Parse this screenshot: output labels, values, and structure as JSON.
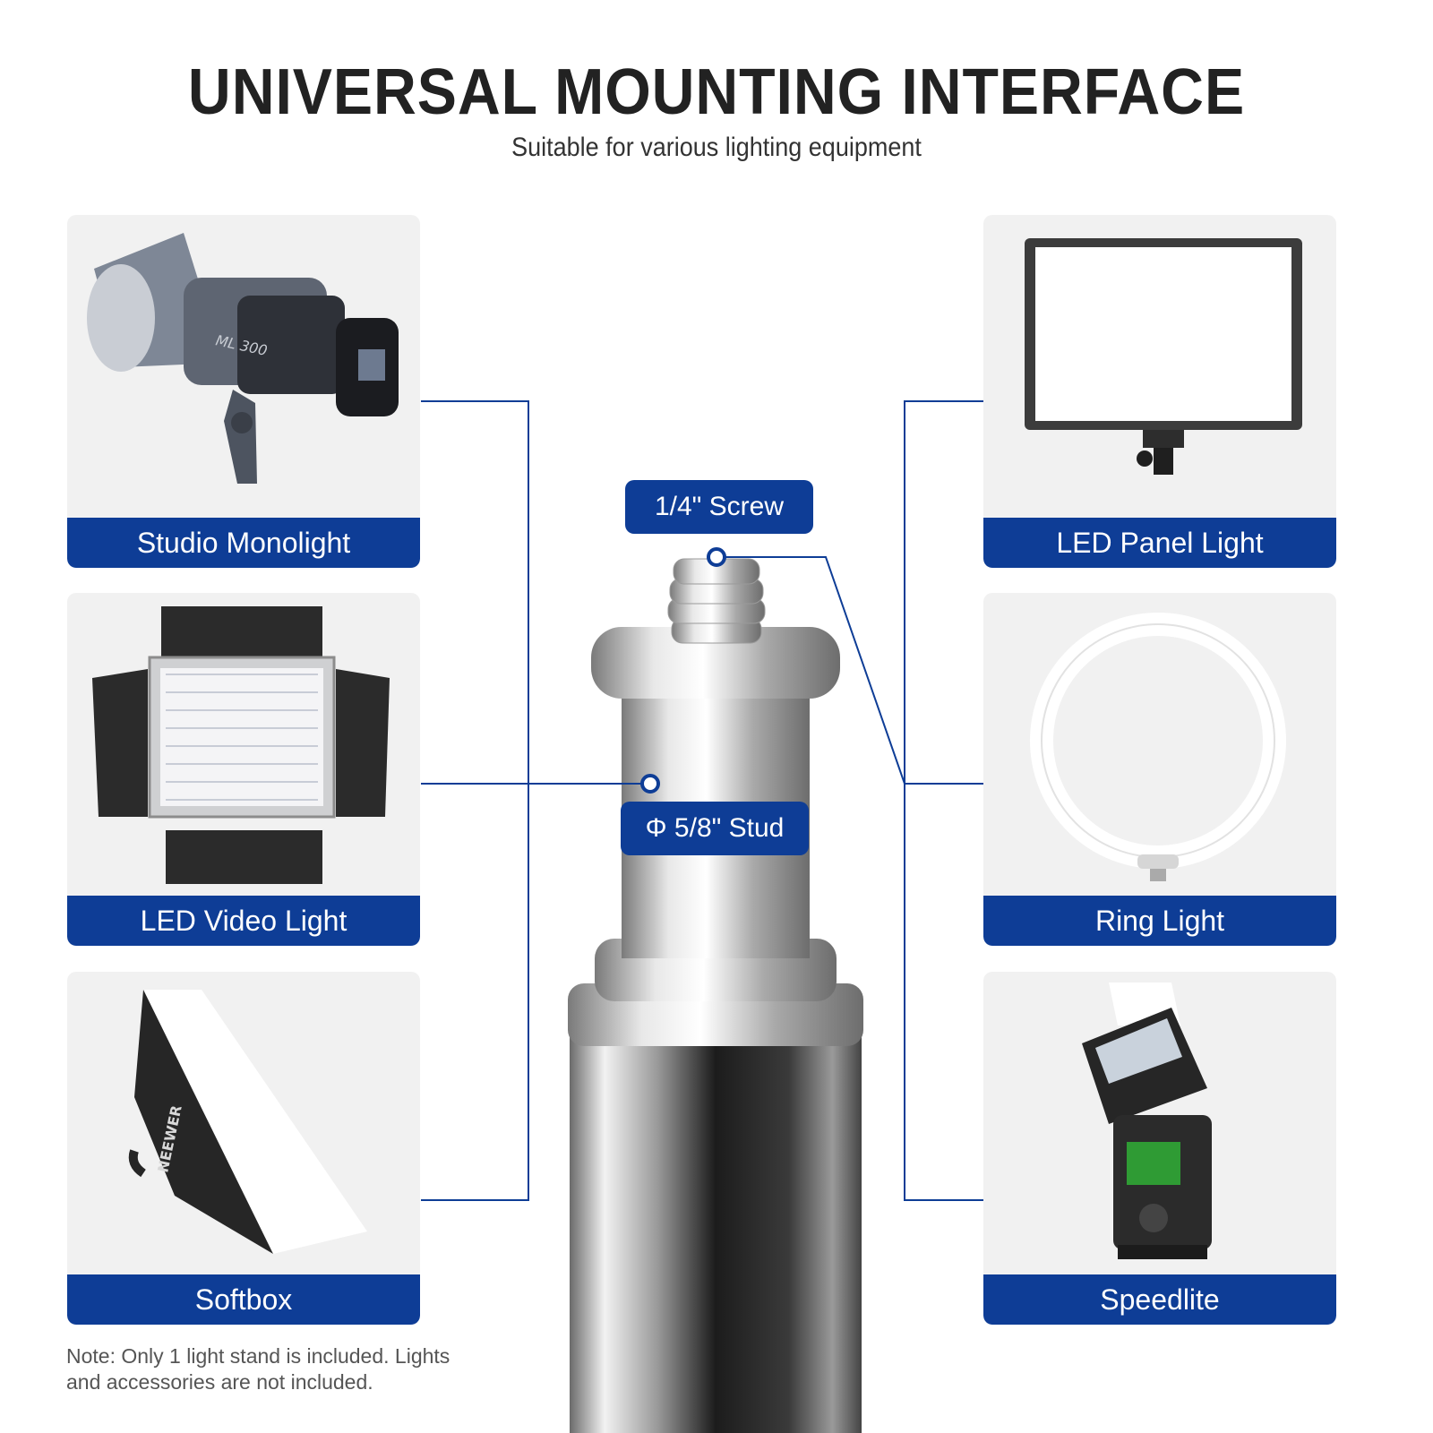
{
  "header": {
    "title": "UNIVERSAL MOUNTING INTERFACE",
    "subtitle": "Suitable for various lighting equipment"
  },
  "cards": {
    "studio_monolight": {
      "label": "Studio Monolight",
      "model_text": "ML 300"
    },
    "led_video_light": {
      "label": "LED Video Light"
    },
    "softbox": {
      "label": "Softbox",
      "brand_text": "NEEWER"
    },
    "led_panel_light": {
      "label": "LED Panel Light"
    },
    "ring_light": {
      "label": "Ring Light"
    },
    "speedlite": {
      "label": "Speedlite"
    }
  },
  "callouts": {
    "screw": "1/4\" Screw",
    "stud": "Φ 5/8\" Stud"
  },
  "note": "Note: Only 1 light stand is included. Lights and accessories are not included.",
  "colors": {
    "accent": "#0e3d96",
    "card_bg": "#f1f1f1",
    "line": "#0e3d96"
  }
}
